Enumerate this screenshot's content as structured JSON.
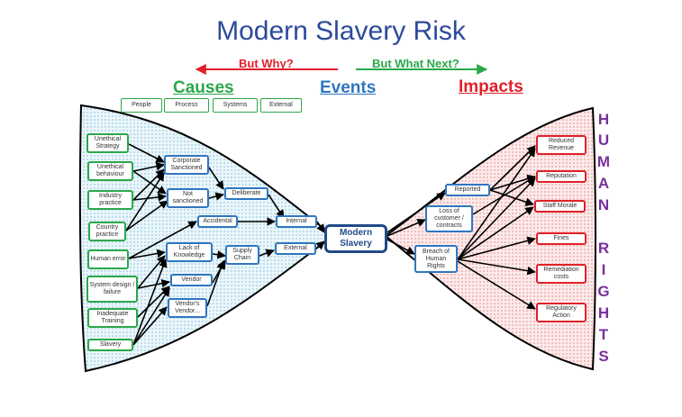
{
  "title": "Modern Slavery Risk",
  "but_why": "But Why?",
  "but_what_next": "But What Next?",
  "sections": {
    "causes": "Causes",
    "events": "Events",
    "impacts": "Impacts"
  },
  "category_tags": [
    "People",
    "Process",
    "Systems",
    "External"
  ],
  "causes": [
    "Unethical Strategy",
    "Unethical behaviour",
    "Industry practice",
    "Country practice",
    "Human error",
    "System design / failure",
    "Inadequate Training",
    "Slavery"
  ],
  "intermediate": {
    "corporate_sanctioned": "Corporate Sanctioned",
    "not_sanctioned": "Not sanctioned",
    "deliberate": "Deliberate",
    "accidental": "Accidental",
    "internal": "Internal",
    "lack_of_knowledge": "Lack of Knowledge",
    "supply_chain": "Supply Chain",
    "external": "External",
    "vendor": "Vendor",
    "vendors_vendor": "Vendor's Vendor..."
  },
  "center": "Modern Slavery",
  "events": [
    "Reported",
    "Loss of customer / contracts",
    "Breach of Human Rights"
  ],
  "impacts": [
    "Reduced Revenue",
    "Reputation",
    "Staff Morale",
    "Fines",
    "Remediation costs",
    "Regulatory Action"
  ],
  "side_label_letters": [
    "H",
    "U",
    "M",
    "A",
    "N",
    "R",
    "I",
    "G",
    "H",
    "T",
    "S"
  ],
  "colors": {
    "title": "#2b4a9b",
    "causes": "#2aa84a",
    "events": "#2f76c0",
    "impacts": "#e0202a",
    "human_rights": "#7a2f9e",
    "but_why": "#e0202a",
    "but_what_next": "#2aa84a"
  }
}
